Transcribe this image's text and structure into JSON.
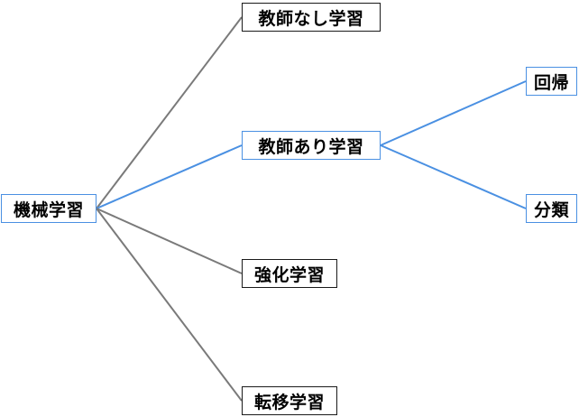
{
  "mindmap": {
    "root": {
      "label": "機械学習"
    },
    "branches": [
      {
        "label": "教師なし学習",
        "highlighted": false,
        "children": []
      },
      {
        "label": "教師あり学習",
        "highlighted": true,
        "children": [
          {
            "label": "回帰"
          },
          {
            "label": "分類"
          }
        ]
      },
      {
        "label": "強化学習",
        "highlighted": false,
        "children": []
      },
      {
        "label": "転移学習",
        "highlighted": false,
        "children": []
      }
    ]
  },
  "colors": {
    "edge_default": "#7a7a7a",
    "edge_highlight": "#4a90e2",
    "border_default": "#1a1a1a",
    "border_highlight": "#4a90e2"
  }
}
